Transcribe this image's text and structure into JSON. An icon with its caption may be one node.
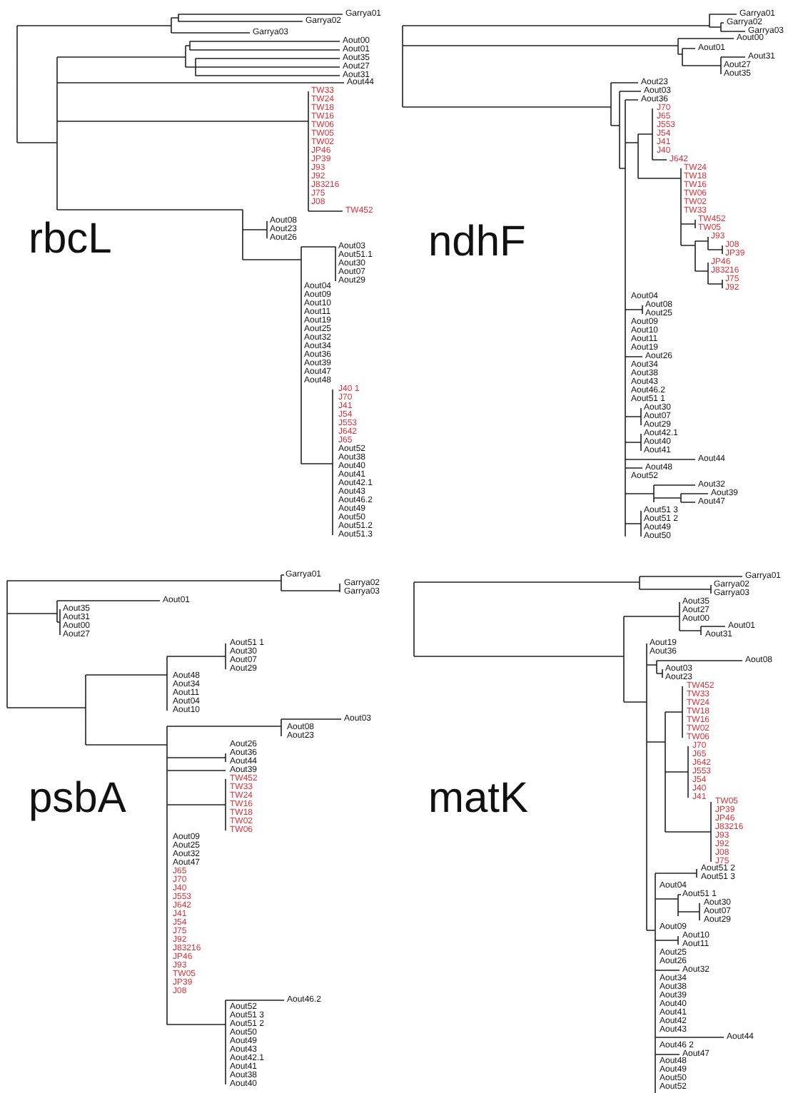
{
  "diagram": {
    "labels": [
      "Garrya01",
      "Garrya02",
      "Garrya03",
      "Aout00",
      "Aout01",
      "Aout35",
      "Aout27",
      "Aout31",
      "Aout44",
      "TW33",
      "TW24",
      "TW18",
      "TW16",
      "TW06",
      "TW05",
      "TW02",
      "JP46",
      "JP39",
      "J93",
      "J92",
      "J83216",
      "J75",
      "J08",
      "TW452",
      "Aout08",
      "Aout23",
      "Aout26",
      "Aout03",
      "Aout51.1",
      "Aout30",
      "Aout07",
      "Aout29",
      "Aout04",
      "Aout09",
      "Aout10",
      "Aout11",
      "Aout19",
      "Aout25",
      "Aout32",
      "Aout34",
      "Aout36",
      "Aout39",
      "Aout47",
      "Aout48",
      "J40 1",
      "J70",
      "J41",
      "J54",
      "J553",
      "J642",
      "J65",
      "Aout52",
      "Aout38",
      "Aout40",
      "Aout41",
      "Aout42.1",
      "Aout43",
      "Aout46.2",
      "Aout49",
      "Aout50",
      "Aout51.2",
      "Aout51.3",
      "rbcL",
      "Garrya01",
      "Garrya02",
      "Garrya03",
      "Aout00",
      "Aout01",
      "Aout31",
      "Aout27",
      "Aout35",
      "Aout23",
      "Aout03",
      "Aout36",
      "J70",
      "J65",
      "J553",
      "J54",
      "J41",
      "J40",
      "J642",
      "TW24",
      "TW18",
      "TW16",
      "TW06",
      "TW02",
      "TW33",
      "TW452",
      "TW05",
      "J93",
      "J08",
      "JP39",
      "JP46",
      "J83216",
      "J75",
      "J92",
      "Aout04",
      "Aout08",
      "Aout25",
      "Aout09",
      "Aout10",
      "Aout11",
      "Aout19",
      "Aout26",
      "Aout34",
      "Aout38",
      "Aout43",
      "Aout46.2",
      "Aout51 1",
      "Aout30",
      "Aout07",
      "Aout29",
      "Aout42.1",
      "Aout40",
      "Aout41",
      "Aout44",
      "Aout48",
      "Aout52",
      "Aout32",
      "Aout39",
      "Aout47",
      "Aout51 3",
      "Aout51 2",
      "Aout49",
      "Aout50",
      "ndhF",
      "Garrya01",
      "Garrya02",
      "Garrya03",
      "Aout01",
      "Aout35",
      "Aout31",
      "Aout00",
      "Aout27",
      "Aout51 1",
      "Aout30",
      "Aout07",
      "Aout29",
      "Aout48",
      "Aout34",
      "Aout11",
      "Aout04",
      "Aout10",
      "Aout03",
      "Aout08",
      "Aout23",
      "Aout26",
      "Aout36",
      "Aout44",
      "Aout39",
      "TW452",
      "TW33",
      "TW24",
      "TW16",
      "TW18",
      "TW02",
      "TW06",
      "Aout09",
      "Aout25",
      "Aout32",
      "Aout47",
      "J65",
      "J70",
      "J40",
      "J553",
      "J642",
      "J41",
      "J54",
      "J75",
      "J92",
      "J83216",
      "JP46",
      "J93",
      "TW05",
      "JP39",
      "J08",
      "Aout46.2",
      "Aout52",
      "Aout51 3",
      "Aout51 2",
      "Aout50",
      "Aout49",
      "Aout43",
      "Aout42.1",
      "Aout41",
      "Aout38",
      "Aout40",
      "psbA",
      "Garrya01",
      "Garrya02",
      "Garrya03",
      "Aout35",
      "Aout27",
      "Aout00",
      "Aout01",
      "Aout31",
      "Aout19",
      "Aout36",
      "Aout08",
      "Aout03",
      "Aout23",
      "TW452",
      "TW33",
      "TW24",
      "TW18",
      "TW16",
      "TW02",
      "TW06",
      "J70",
      "J65",
      "J642",
      "J553",
      "J54",
      "J40",
      "J41",
      "TW05",
      "JP39",
      "JP46",
      "J83216",
      "J93",
      "J92",
      "J08",
      "J75",
      "Aout51 2",
      "Aout51 3",
      "Aout04",
      "Aout51 1",
      "Aout30",
      "Aout07",
      "Aout29",
      "Aout09",
      "Aout10",
      "Aout11",
      "Aout25",
      "Aout26",
      "Aout32",
      "Aout34",
      "Aout38",
      "Aout39",
      "Aout40",
      "Aout41",
      "Aout42",
      "Aout43",
      "Aout44",
      "Aout46 2",
      "Aout47",
      "Aout48",
      "Aout49",
      "Aout50",
      "Aout52",
      "matK"
    ]
  }
}
